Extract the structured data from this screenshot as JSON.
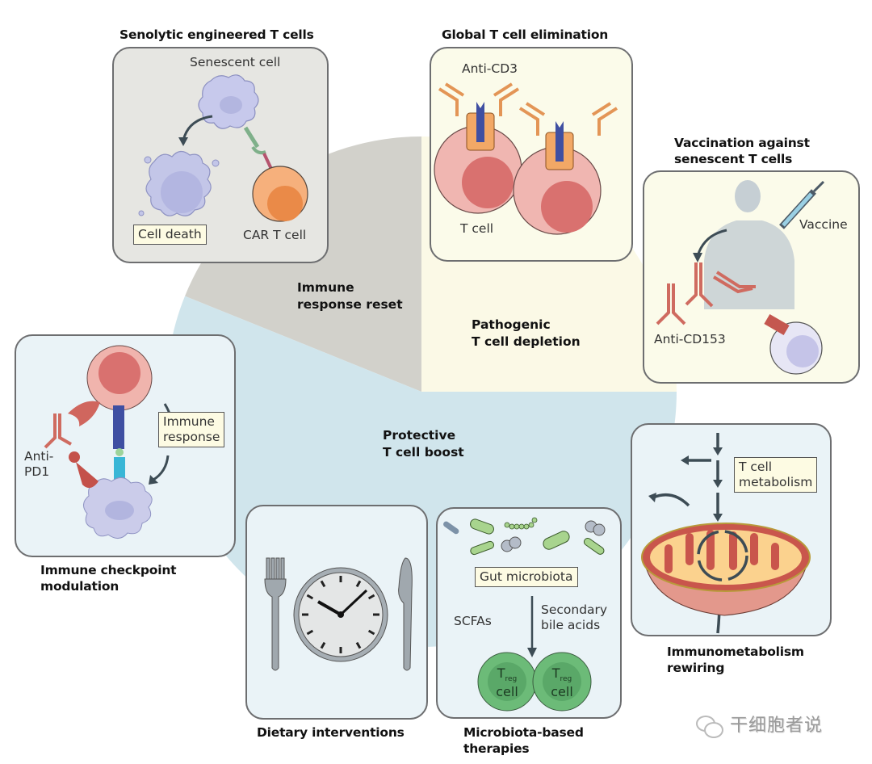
{
  "sectors": [
    {
      "id": "immune-response-reset",
      "label_lines": [
        "Immune",
        "response reset"
      ],
      "color": "#d2d1cb"
    },
    {
      "id": "pathogenic-depletion",
      "label_lines": [
        "Pathogenic",
        "T cell depletion"
      ],
      "color": "#fbf9e6"
    },
    {
      "id": "protective-boost",
      "label_lines": [
        "Protective",
        "T cell boost"
      ],
      "color": "#d0e5ec"
    }
  ],
  "panels": {
    "senolytic": {
      "title": "Senolytic engineered T cells",
      "labels": {
        "senescent": "Senescent cell",
        "death": "Cell death",
        "car": "CAR T cell"
      }
    },
    "global": {
      "title": "Global T cell elimination",
      "labels": {
        "antibody": "Anti-CD3",
        "tcell": "T cell"
      }
    },
    "vaccination": {
      "title_lines": [
        "Vaccination against",
        "senescent T cells"
      ],
      "labels": {
        "vaccine": "Vaccine",
        "antibody": "Anti-CD153"
      }
    },
    "checkpoint": {
      "title_lines": [
        "Immune checkpoint",
        "modulation"
      ],
      "labels": {
        "response_lines": [
          "Immune",
          "response"
        ],
        "antibody_lines": [
          "Anti-",
          "PD1"
        ]
      }
    },
    "dietary": {
      "title": "Dietary interventions"
    },
    "microbiota": {
      "title_lines": [
        "Microbiota-based",
        "therapies"
      ],
      "labels": {
        "gut": "Gut microbiota",
        "scfa": "SCFAs",
        "bile_lines": [
          "Secondary",
          "bile acids"
        ],
        "treg_main": "T",
        "treg_sub": "reg",
        "treg_cell": "cell"
      }
    },
    "immunometabolism": {
      "title_lines": [
        "Immunometabolism",
        "rewiring"
      ],
      "labels": {
        "metab_lines": [
          "T cell",
          "metabolism"
        ]
      }
    }
  },
  "watermark": {
    "text": "干细胞者说",
    "icon": "wechat-icon"
  }
}
